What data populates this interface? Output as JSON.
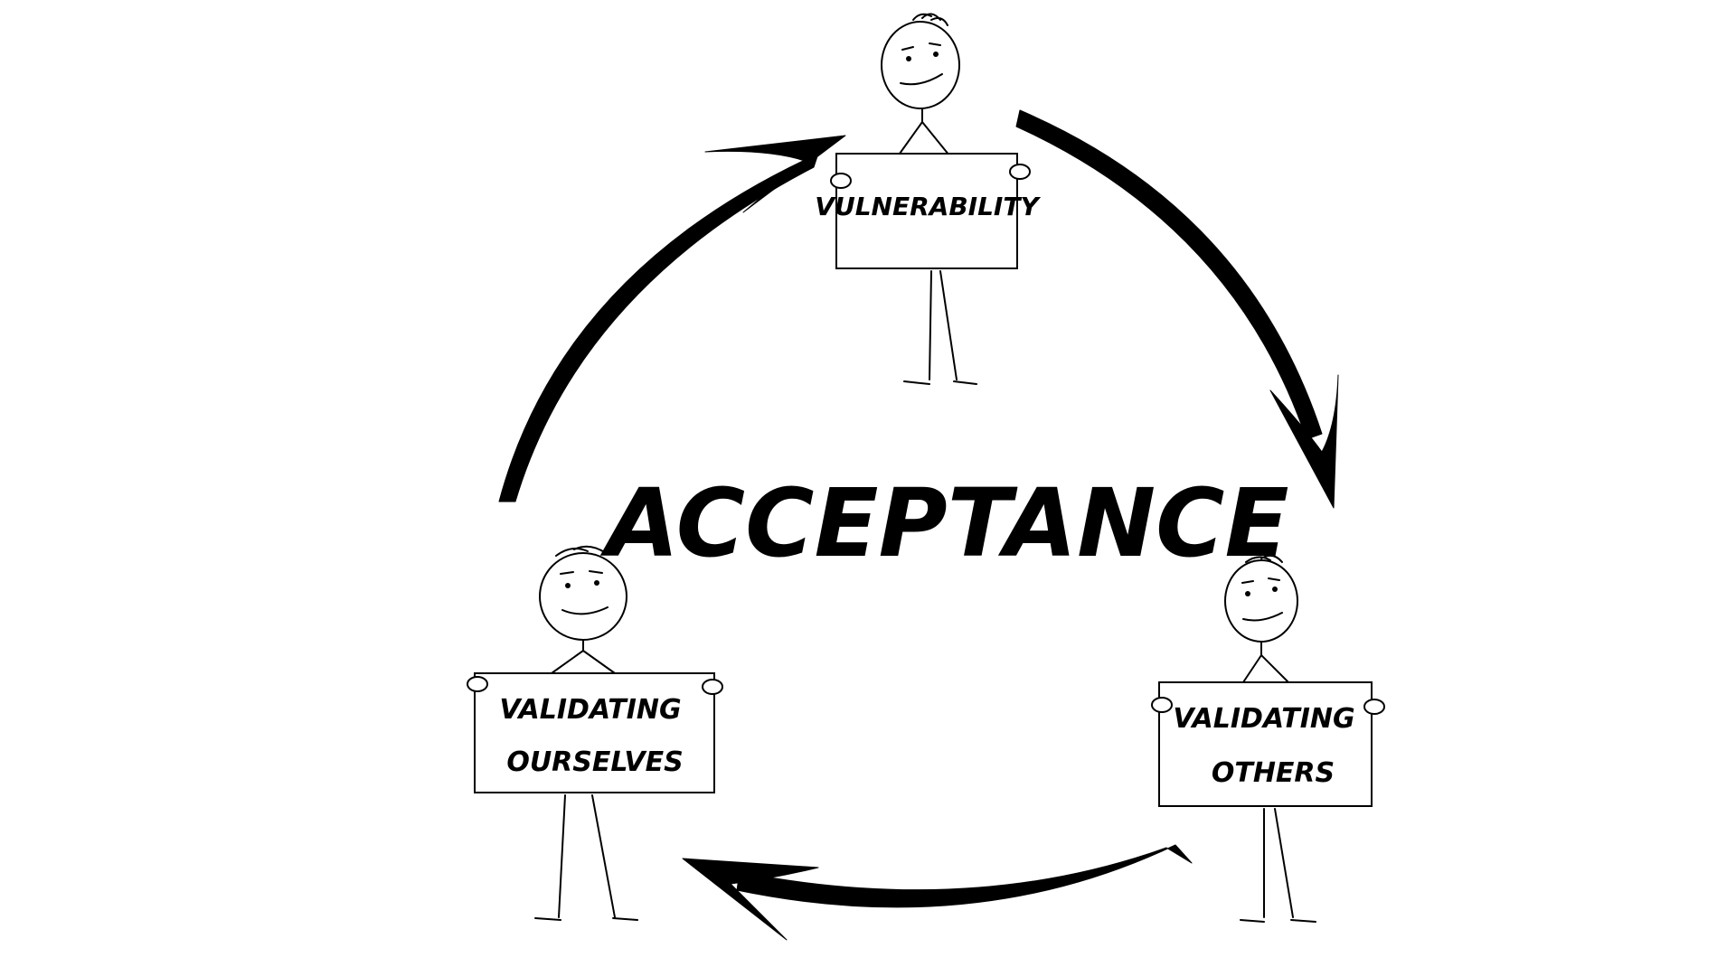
{
  "diagram": {
    "center_label": "ACCEPTANCE",
    "nodes": [
      {
        "id": "top",
        "lines": [
          "VULNERABILITY"
        ]
      },
      {
        "id": "right",
        "lines": [
          "VALIDATING",
          "OTHERS"
        ]
      },
      {
        "id": "left",
        "lines": [
          "VALIDATING",
          "OURSELVES"
        ]
      }
    ],
    "cycle_direction": "clockwise",
    "colors": {
      "ink": "#000000",
      "background": "#ffffff"
    }
  }
}
